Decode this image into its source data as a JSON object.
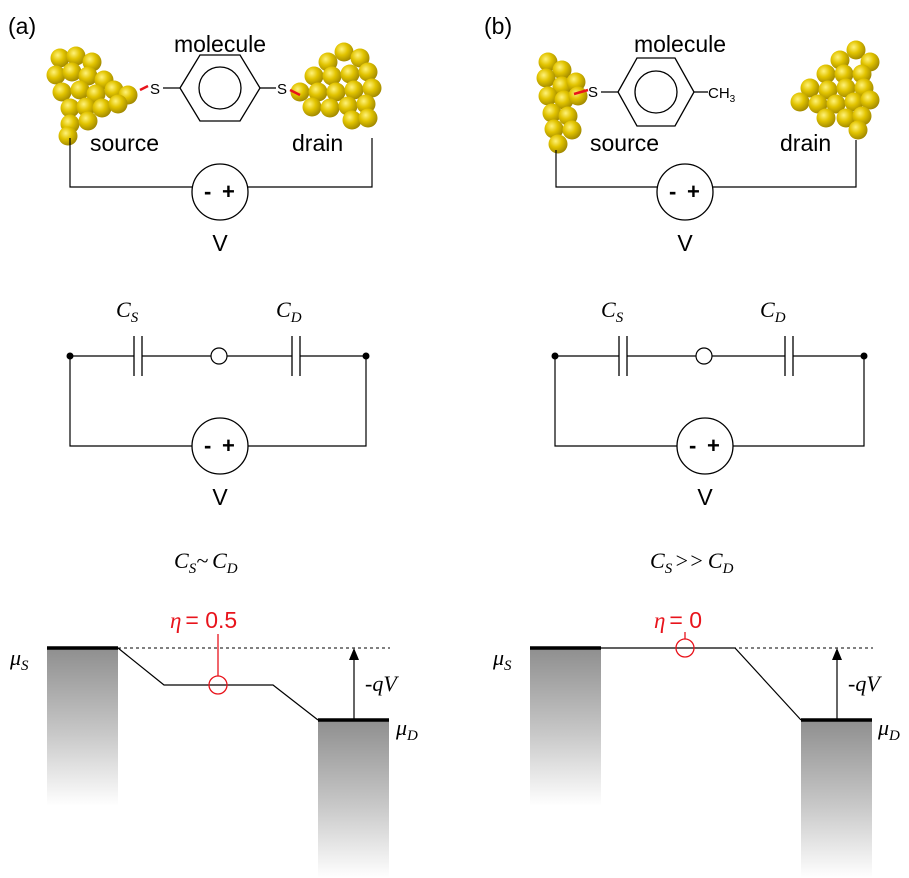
{
  "colors": {
    "line": "#000000",
    "accent_red": "#e8141c",
    "gold": "#ddc000",
    "gold_dark": "#9c8400",
    "gold_light": "#fff27a",
    "contact_bar": "#000000"
  },
  "panel_a": {
    "label": "(a)",
    "molecule_label": "molecule",
    "sulfur_left": "S",
    "sulfur_right": "S",
    "source_label": "source",
    "drain_label": "drain",
    "battery_minus": "-",
    "battery_plus": "+",
    "voltage_label": "V",
    "circuit": {
      "cs_main": "C",
      "cs_sub": "S",
      "cd_main": "C",
      "cd_sub": "D",
      "voltage_label": "V",
      "battery_minus": "-",
      "battery_plus": "+"
    },
    "relation": {
      "left_main": "C",
      "left_sub": "S",
      "op": "~",
      "right_main": "C",
      "right_sub": "D"
    },
    "energy": {
      "eta_symbol": "η",
      "eta_text": "= 0.5",
      "mu_s_main": "μ",
      "mu_s_sub": "S",
      "mu_d_main": "μ",
      "mu_d_sub": "D",
      "bias_label": "-qV"
    }
  },
  "panel_b": {
    "label": "(b)",
    "molecule_label": "molecule",
    "sulfur": "S",
    "methyl_main": "CH",
    "methyl_sub": "3",
    "source_label": "source",
    "drain_label": "drain",
    "battery_minus": "-",
    "battery_plus": "+",
    "voltage_label": "V",
    "circuit": {
      "cs_main": "C",
      "cs_sub": "S",
      "cd_main": "C",
      "cd_sub": "D",
      "voltage_label": "V",
      "battery_minus": "-",
      "battery_plus": "+"
    },
    "relation": {
      "left_main": "C",
      "left_sub": "S",
      "op": ">>",
      "right_main": "C",
      "right_sub": "D"
    },
    "energy": {
      "eta_symbol": "η",
      "eta_text": "= 0",
      "mu_s_main": "μ",
      "mu_s_sub": "S",
      "mu_d_main": "μ",
      "mu_d_sub": "D",
      "bias_label": "-qV"
    }
  }
}
